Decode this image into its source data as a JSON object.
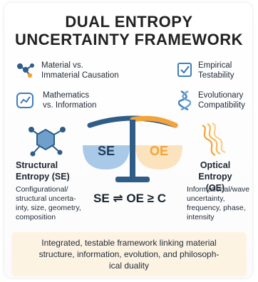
{
  "title": {
    "line1": "DUAL ENTROPY",
    "line2": "UNCERTAINTY FRAMEWORK"
  },
  "features": {
    "material": {
      "line1": "Material vs.",
      "line2": "Immaterial Causation",
      "icon": "network-icon"
    },
    "empirical": {
      "line1": "Empirical",
      "line2": "Testability",
      "icon": "checkbox-icon"
    },
    "math": {
      "line1": "Mathematics",
      "line2": "vs. Information",
      "icon": "chart-icon"
    },
    "evolution": {
      "line1": "Evolutionary",
      "line2": "Compatibility",
      "icon": "dna-icon"
    }
  },
  "structural": {
    "title1": "Structural",
    "title2": "Entropy (SE)",
    "desc": [
      "Configurational/",
      "structural uncerta-",
      "inty, size, geometry,",
      "composition"
    ],
    "icon": "molecule-icon"
  },
  "optical": {
    "title1": "Optical Entropy",
    "title2": "(OE)",
    "desc": [
      "Informational/wave",
      "uncertainty,",
      "frequency, phase,",
      "intensity"
    ],
    "icon": "wave-icon"
  },
  "scale": {
    "left_label": "SE",
    "right_label": "OE",
    "icon": "balance-scale-icon"
  },
  "formula": "SE ⇌ OE ≥ C",
  "summary": [
    "Integrated, testable framework linking material",
    "structure, information, evolution, and philosoph-",
    "ical duality"
  ],
  "colors": {
    "blue": "#2f5d87",
    "orange": "#f2a33a",
    "light_blue": "#9ec3e6",
    "peach": "#fdf3e3"
  }
}
